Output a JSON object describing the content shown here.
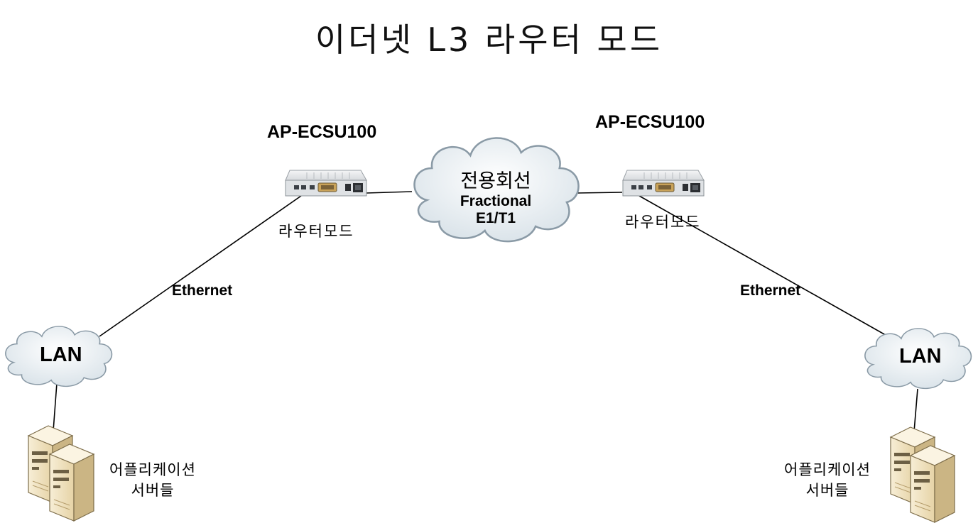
{
  "title": "이더넷 L3 라우터 모드",
  "wan": {
    "label_ko": "전용회선",
    "label_line2": "Fractional",
    "label_line3": "E1/T1"
  },
  "routers": [
    {
      "model": "AP-ECSU100",
      "mode": "라우터모드"
    },
    {
      "model": "AP-ECSU100",
      "mode": "라우터모드"
    }
  ],
  "links": {
    "ethernet": "Ethernet"
  },
  "lans": [
    {
      "label": "LAN"
    },
    {
      "label": "LAN"
    }
  ],
  "servers": [
    {
      "line1": "어플리케이션",
      "line2": "서버들"
    },
    {
      "line1": "어플리케이션",
      "line2": "서버들"
    }
  ],
  "colors": {
    "cloud_fill": "#eef3f6",
    "cloud_stroke": "#8a9aa6",
    "device_body": "#e4e6e8",
    "server_body": "#f3e6c8",
    "line": "#000000"
  },
  "icons": {
    "router": "router-device-icon",
    "cloud": "cloud-icon",
    "server": "server-tower-icon"
  }
}
